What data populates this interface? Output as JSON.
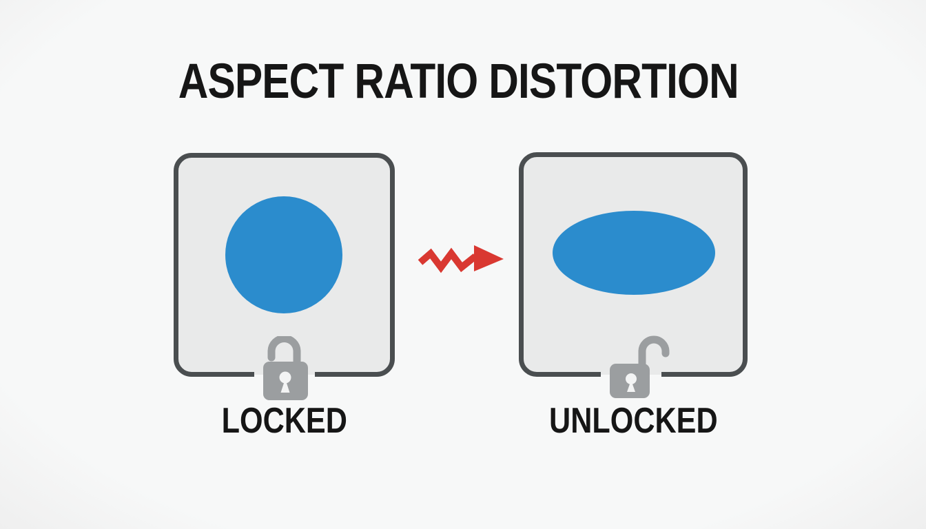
{
  "title": "ASPECT RATIO DISTORTION",
  "panels": [
    {
      "label": "LOCKED",
      "shape": "circle",
      "lock": "closed-padlock"
    },
    {
      "label": "UNLOCKED",
      "shape": "ellipse",
      "lock": "open-padlock"
    }
  ],
  "arrow": {
    "type": "zigzag",
    "direction": "right"
  },
  "colors": {
    "background": "#f7f8f8",
    "panel_fill": "#e9eaea",
    "panel_border": "#4a4e50",
    "shape_blue": "#2b8ccd",
    "arrow_red": "#d93831",
    "lock_gray": "#9b9ea0",
    "lock_keyhole": "#f3f4f4",
    "text": "#161616"
  }
}
